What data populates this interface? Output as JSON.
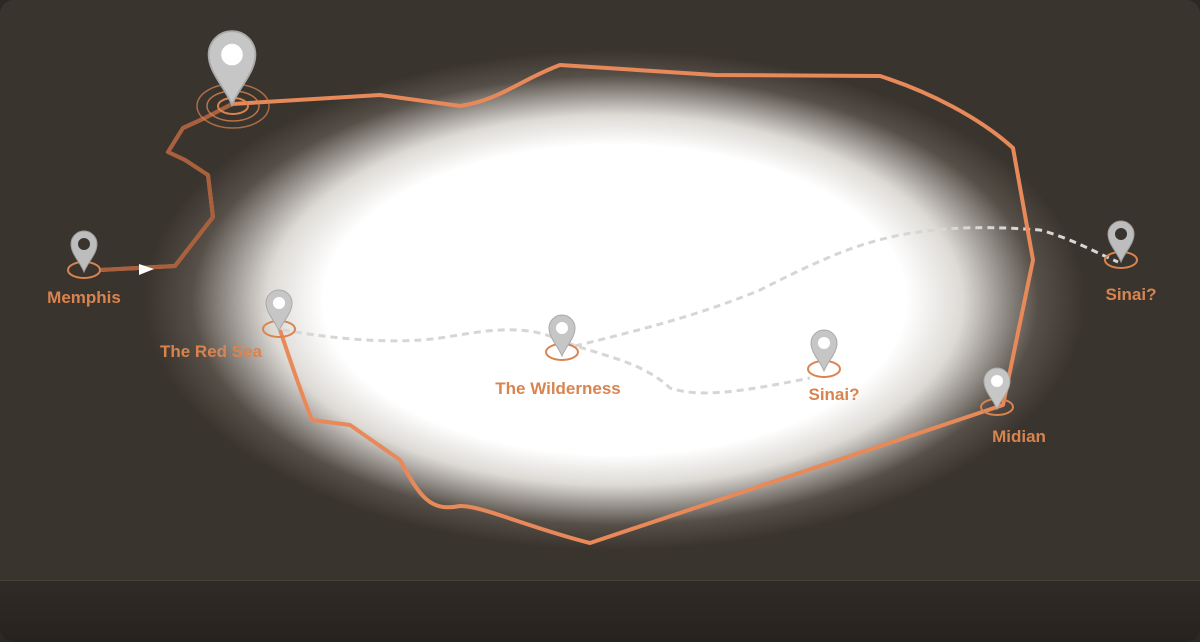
{
  "map": {
    "places": [
      {
        "id": "memphis",
        "label": "Memphis"
      },
      {
        "id": "red-sea",
        "label": "The Red Sea"
      },
      {
        "id": "wilderness",
        "label": "The Wilderness"
      },
      {
        "id": "sinai-central",
        "label": "Sinai?"
      },
      {
        "id": "midian",
        "label": "Midian"
      },
      {
        "id": "sinai-east",
        "label": "Sinai?"
      }
    ],
    "colors": {
      "route": "#e8895a",
      "route_dark": "#b0663f",
      "label": "#d9844f",
      "pin": "#c8c8c8",
      "dashed_path": "#d0d0d0",
      "background_dark": "#3a342e"
    },
    "icons": [
      "map-pin-icon",
      "arrow-head-icon",
      "location-pulse-icon"
    ]
  }
}
